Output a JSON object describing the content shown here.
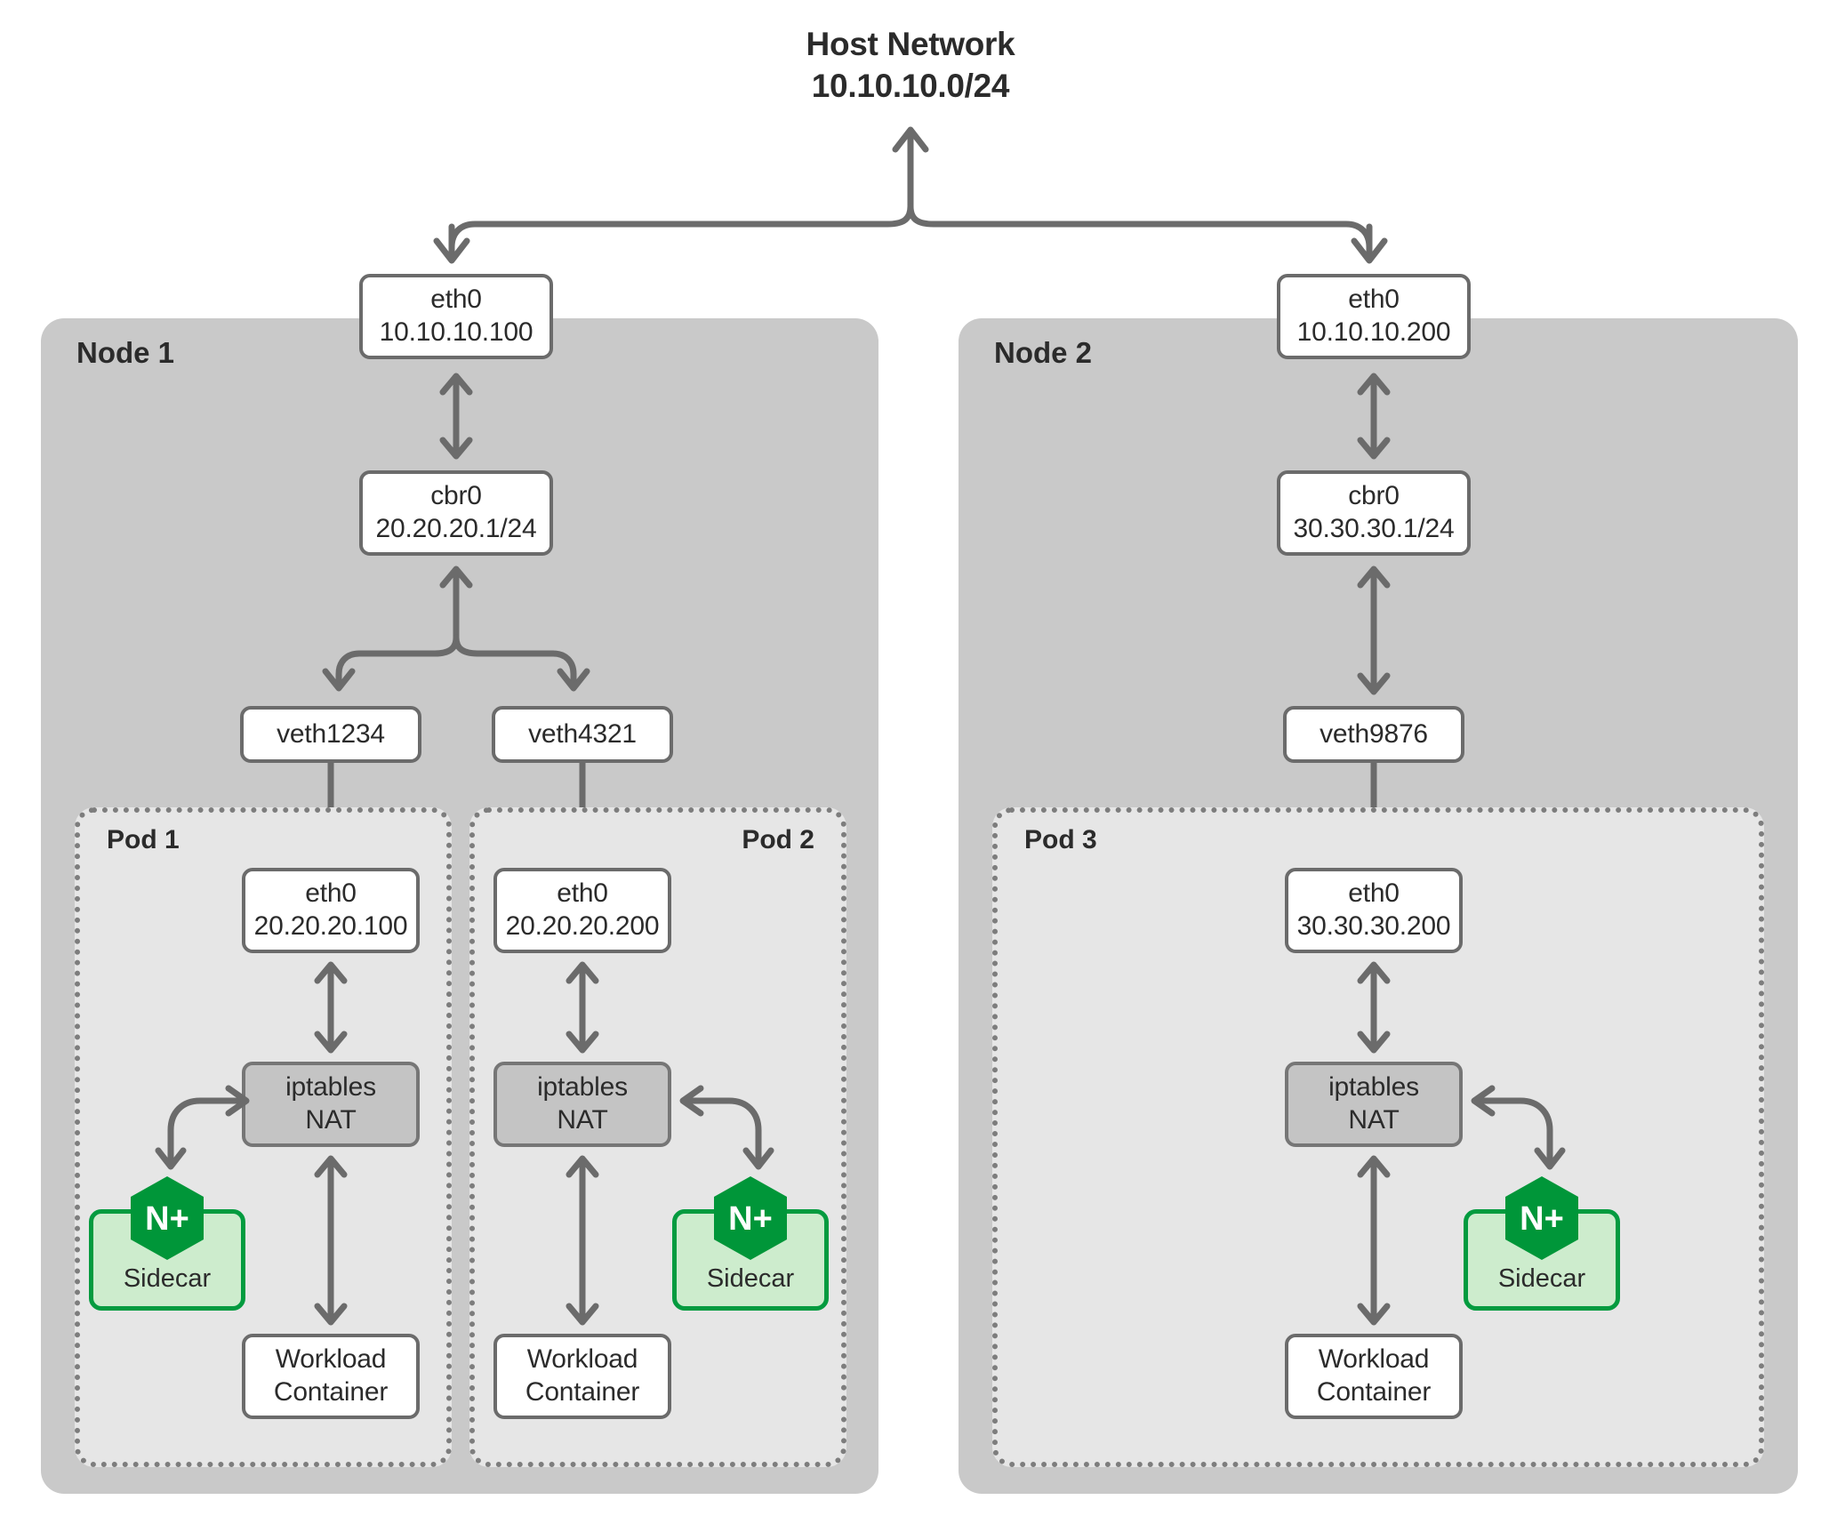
{
  "diagram": {
    "title_line1": "Host Network",
    "title_line2": "10.10.10.0/24",
    "colors": {
      "node_bg": "#c9c9c9",
      "pod_bg": "#e6e6e6",
      "box_border": "#6b6b6b",
      "nat_bg": "#c4c4c4",
      "sidecar_bg": "#cdeccd",
      "sidecar_border": "#039b3f",
      "logo_green": "#009639",
      "connector": "#6b6b6b",
      "text": "#2b2b2b",
      "page_bg": "#ffffff"
    }
  },
  "nodes": [
    {
      "label": "Node 1",
      "nic": {
        "name": "eth0",
        "ip": "10.10.10.100"
      },
      "bridge": {
        "name": "cbr0",
        "ip": "20.20.20.1/24"
      },
      "veths": [
        "veth1234",
        "veth4321"
      ],
      "pods": [
        {
          "label": "Pod 1",
          "label_align": "left",
          "sidecar_side": "left",
          "eth": {
            "name": "eth0",
            "ip": "20.20.20.100"
          },
          "iptables": {
            "line1": "iptables",
            "line2": "NAT"
          },
          "sidecar": {
            "label": "Sidecar",
            "logo": "N+"
          },
          "workload": {
            "line1": "Workload",
            "line2": "Container"
          }
        },
        {
          "label": "Pod 2",
          "label_align": "right",
          "sidecar_side": "right",
          "eth": {
            "name": "eth0",
            "ip": "20.20.20.200"
          },
          "iptables": {
            "line1": "iptables",
            "line2": "NAT"
          },
          "sidecar": {
            "label": "Sidecar",
            "logo": "N+"
          },
          "workload": {
            "line1": "Workload",
            "line2": "Container"
          }
        }
      ]
    },
    {
      "label": "Node 2",
      "nic": {
        "name": "eth0",
        "ip": "10.10.10.200"
      },
      "bridge": {
        "name": "cbr0",
        "ip": "30.30.30.1/24"
      },
      "veths": [
        "veth9876"
      ],
      "pods": [
        {
          "label": "Pod 3",
          "label_align": "left",
          "sidecar_side": "right",
          "eth": {
            "name": "eth0",
            "ip": "30.30.30.200"
          },
          "iptables": {
            "line1": "iptables",
            "line2": "NAT"
          },
          "sidecar": {
            "label": "Sidecar",
            "logo": "N+"
          },
          "workload": {
            "line1": "Workload",
            "line2": "Container"
          }
        }
      ]
    }
  ]
}
